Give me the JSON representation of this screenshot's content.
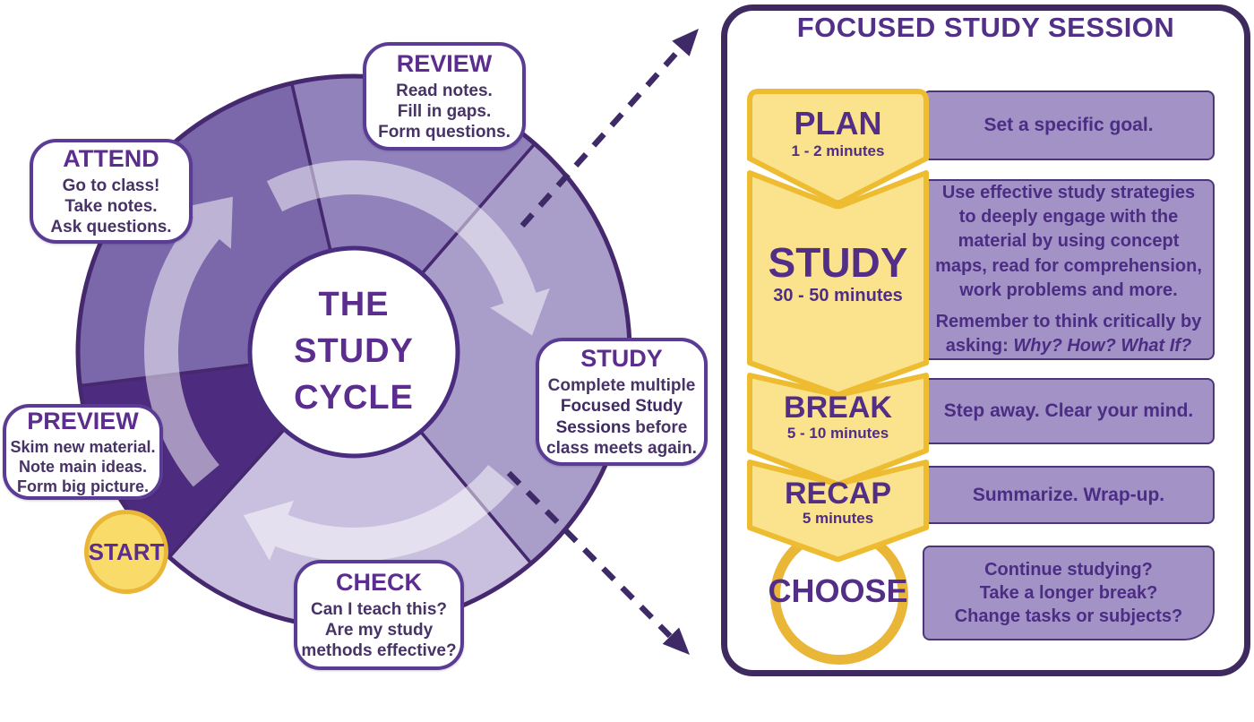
{
  "wheel": {
    "center": {
      "line1": "THE",
      "line2": "STUDY",
      "line3": "CYCLE"
    },
    "start_label": "START",
    "segment_colors": {
      "review": "#9182bb",
      "study": "#a99dca",
      "check": "#c8c0de",
      "preview": "#4d2b7e",
      "attend": "#7a68ab"
    },
    "bubbles": {
      "review": {
        "title": "REVIEW",
        "line1": "Read notes.",
        "line2": "Fill in gaps.",
        "line3": "Form questions."
      },
      "attend": {
        "title": "ATTEND",
        "line1": "Go to class!",
        "line2": "Take notes.",
        "line3": "Ask questions."
      },
      "study": {
        "title": "STUDY",
        "line1": "Complete multiple",
        "bold_a": "Focused Study",
        "bold_b": "Sessions",
        "rest_b": " before",
        "line4": "class meets again."
      },
      "preview": {
        "title": "PREVIEW",
        "line1": "Skim new material.",
        "line2": "Note main ideas.",
        "line3": "Form big picture."
      },
      "check": {
        "title": "CHECK",
        "line1": "Can I teach this?",
        "line2": "Are my study",
        "line3": "methods effective?"
      }
    }
  },
  "panel": {
    "title": "FOCUSED STUDY SESSION",
    "steps": [
      {
        "name": "PLAN",
        "duration": "1 - 2 minutes",
        "desc": "Set a specific goal."
      },
      {
        "name": "STUDY",
        "duration": "30 - 50 minutes",
        "desc_p1": "Use effective study strategies to deeply engage with the material by using concept maps, read for comprehension, work problems and more.",
        "desc_p2": "Remember to think critically by asking: ",
        "desc_p2_italic": "Why? How? What If?"
      },
      {
        "name": "BREAK",
        "duration": "5 - 10 minutes",
        "desc": "Step away. Clear your mind."
      },
      {
        "name": "RECAP",
        "duration": "5 minutes",
        "desc": "Summarize. Wrap-up."
      },
      {
        "name": "CHOOSE",
        "desc_line1": "Continue studying?",
        "desc_line2": "Take a longer break?",
        "desc_line3": "Change tasks or subjects?"
      }
    ]
  },
  "colors": {
    "wheel_outline": "#45286e",
    "center_text": "#5b2d8e",
    "bubble_border": "#5a3c94",
    "gold_border": "#e9b637",
    "chevron_fill": "#fbe38d",
    "chevron_border": "#edbc31",
    "start_fill": "#f8db69",
    "desc_box_fill": "#a392c6",
    "desc_text": "#4b2d83",
    "panel_border": "#3f2a5f",
    "dashed_arrow": "#3e2a66"
  }
}
